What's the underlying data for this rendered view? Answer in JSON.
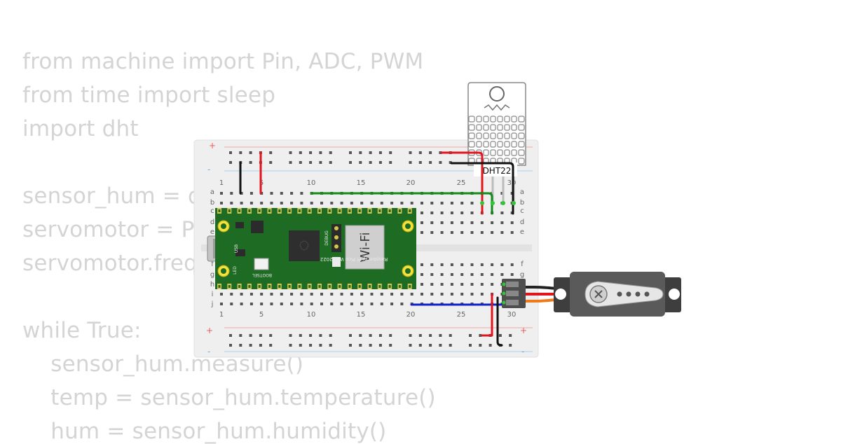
{
  "code": {
    "lines": [
      "from machine import Pin, ADC, PWM",
      "from time import sleep",
      "import dht",
      "sensor_hum = dht.DHT22(Pin(15))",
      "servomotor = PWM(Pin(16))",
      "servomotor.freq(50)",
      "while True:",
      "    sensor_hum.measure()",
      "    temp = sensor_hum.temperature()",
      "    hum = sensor_hum.humidity()"
    ]
  },
  "breadboard": {
    "plus_sign": "+",
    "minus_sign": "-",
    "column_numbers": [
      "1",
      "5",
      "10",
      "15",
      "20",
      "25",
      "30"
    ],
    "row_letters_top": [
      "a",
      "b",
      "c",
      "d",
      "e"
    ],
    "row_letters_bottom": [
      "f",
      "g",
      "h",
      "i",
      "j"
    ]
  },
  "pico": {
    "board_text": "Raspberry Pi Pico W ©2022",
    "wifi_label": "Wi-Fi",
    "debug_label": "DEBUG",
    "bootsel_label": "BOOTSEL",
    "led_label": "LED",
    "usb_label": "USB"
  },
  "dht22": {
    "label": "DHT22"
  },
  "colors": {
    "wire_red": "#e0151d",
    "wire_black": "#111111",
    "wire_green": "#138a1c",
    "wire_blue": "#1020c8",
    "pico_green": "#1e6b23",
    "servo_body": "#4a4a4a",
    "code_text": "#d4d4d4"
  }
}
